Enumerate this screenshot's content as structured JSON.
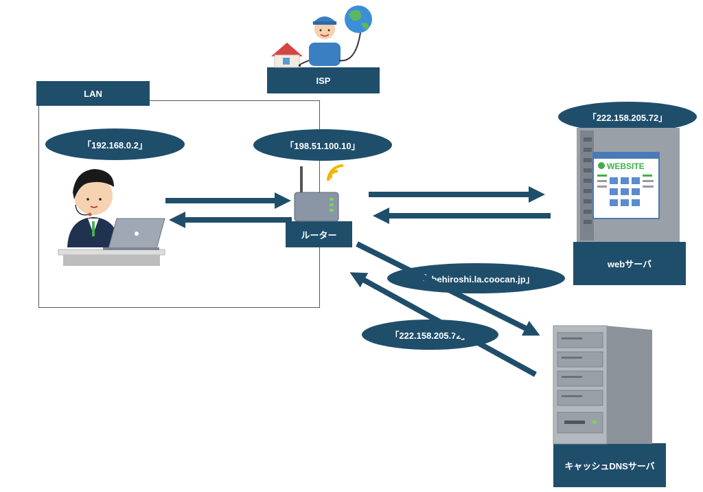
{
  "labels": {
    "lan": "LAN",
    "isp": "ISP",
    "router": "ルーター",
    "web_server": "webサーバ",
    "dns_server": "キャッシュDNSサーバ"
  },
  "addresses": {
    "client_ip": "「192.168.0.2」",
    "router_ip": "「198.51.100.10」",
    "web_server_ip": "「222.158.205.72」",
    "dns_query": "「abehiroshi.la.coocan.jp」",
    "dns_answer": "「222.158.205.72」"
  },
  "icons": {
    "website_banner": "WEBSITE"
  },
  "colors": {
    "box": "#1f4e6b",
    "arrow": "#1f4e6b"
  }
}
